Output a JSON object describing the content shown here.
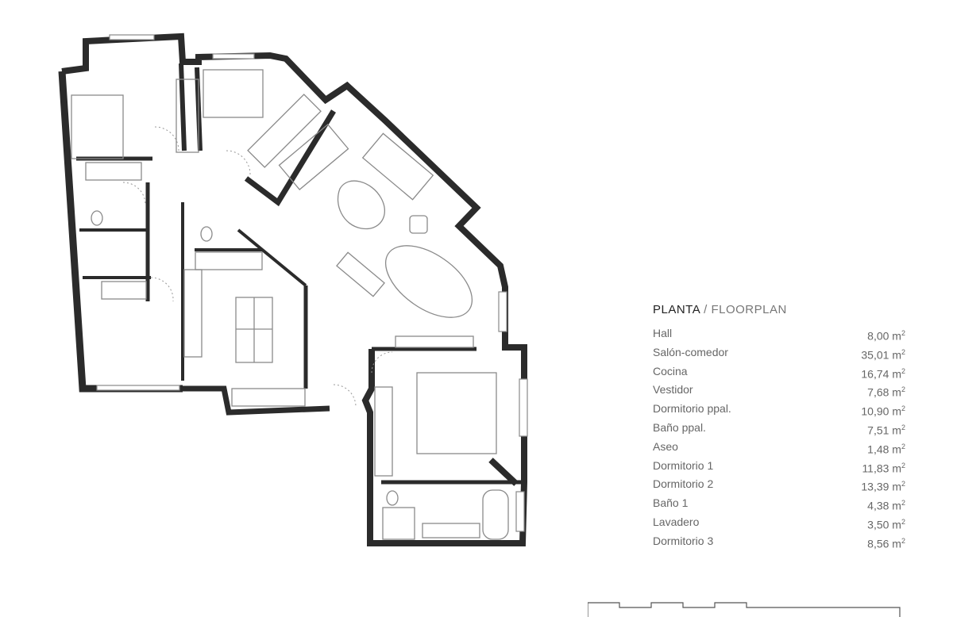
{
  "legend": {
    "title_main": "PLANTA",
    "title_sep": " / ",
    "title_sub": "FLOORPLAN",
    "unit": "m",
    "unit_exp": "2",
    "rooms": [
      {
        "name": "Hall",
        "area": "8,00"
      },
      {
        "name": "Salón-comedor",
        "area": "35,01"
      },
      {
        "name": "Cocina",
        "area": "16,74"
      },
      {
        "name": "Vestidor",
        "area": "7,68"
      },
      {
        "name": "Dormitorio ppal.",
        "area": "10,90"
      },
      {
        "name": "Baño ppal.",
        "area": "7,51"
      },
      {
        "name": "Aseo",
        "area": "1,48"
      },
      {
        "name": "Dormitorio 1",
        "area": "11,83"
      },
      {
        "name": "Dormitorio 2",
        "area": "13,39"
      },
      {
        "name": "Baño 1",
        "area": "4,38"
      },
      {
        "name": "Lavadero",
        "area": "3,50"
      },
      {
        "name": "Dormitorio 3",
        "area": "8,56"
      }
    ]
  },
  "colors": {
    "wall": "#2b2b2b",
    "furniture": "#8a8a8a",
    "text": "#666666"
  }
}
